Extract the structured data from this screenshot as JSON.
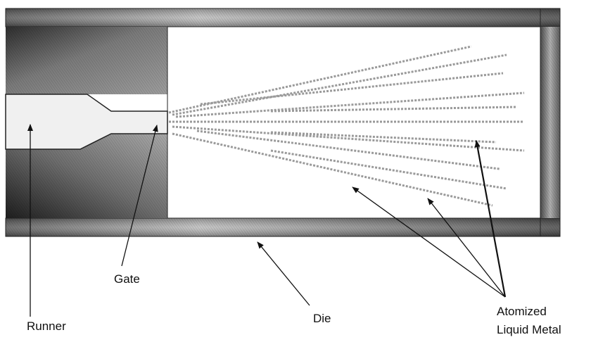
{
  "labels": {
    "gate": "Gate",
    "runner": "Runner",
    "die": "Die",
    "atomized_line1": "Atomized",
    "atomized_line2": "Liquid Metal"
  },
  "colors": {
    "die_dark": "#3a3a3a",
    "die_mid": "#8a8a8a",
    "die_light": "#d8d8d8",
    "runner_fill": "#f0f0f0",
    "spray": "#9a9a9a",
    "arrow": "#111111"
  },
  "icons": [
    "arrow-icon"
  ]
}
